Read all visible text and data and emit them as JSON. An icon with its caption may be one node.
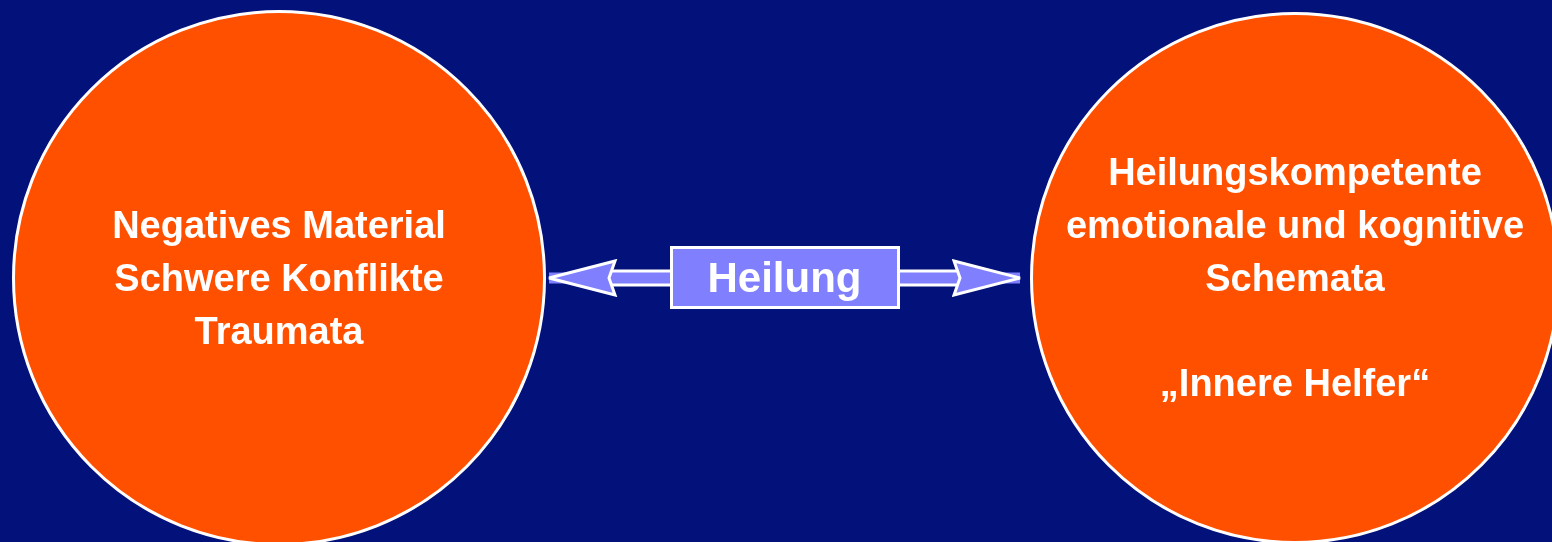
{
  "diagram": {
    "nodes": [
      {
        "text": [
          "Negatives Material",
          "Schwere Konflikte",
          "Traumata"
        ]
      },
      {
        "text": [
          "Heilungskompetente emotionale und kognitive Schemata",
          "„Innere Helfer“"
        ]
      }
    ],
    "edges": [
      {
        "from": 0,
        "to": 1,
        "arrow": "both",
        "label": "Heilung"
      }
    ]
  }
}
